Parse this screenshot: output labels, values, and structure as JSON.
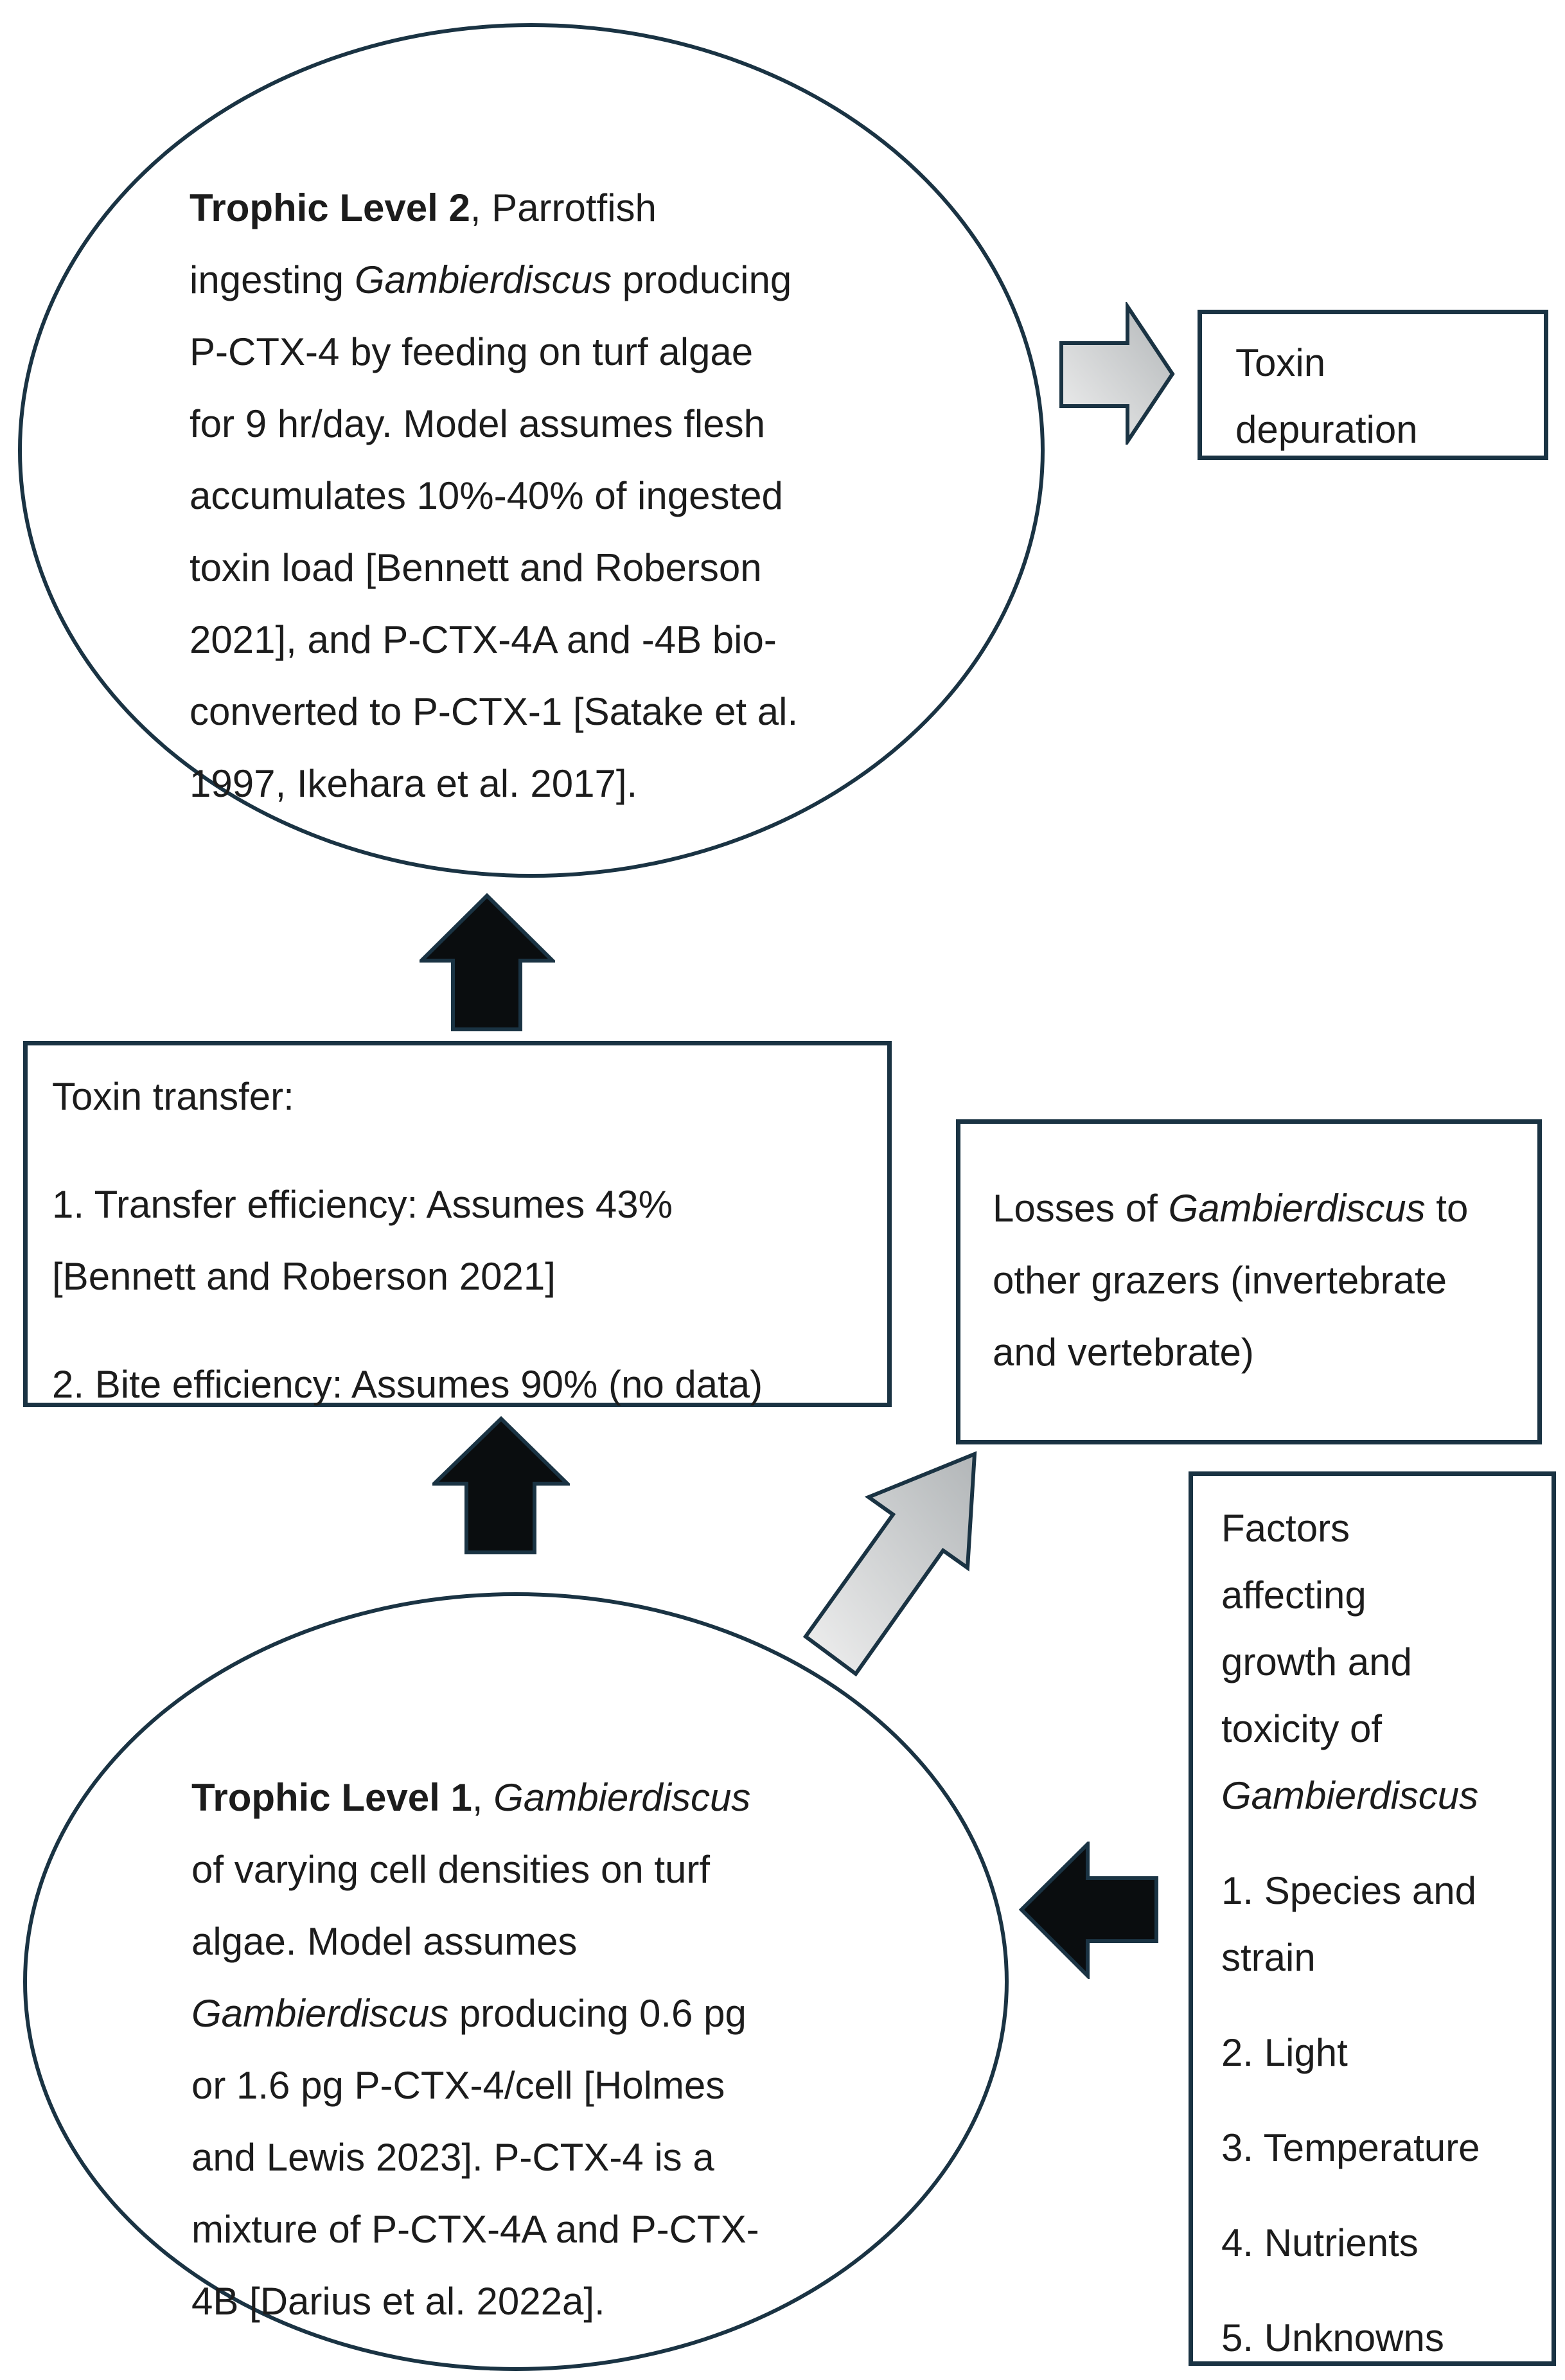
{
  "colors": {
    "outline_navy": "#1a3343",
    "black_arrow_fill": "#0a0d0f",
    "gray_arrow_light": "#f0f0f0",
    "gray_arrow_dark": "#b2b6b8",
    "background": "#ffffff",
    "text": "#1c1c1c"
  },
  "trophic_level_2_ellipse": {
    "lines": [
      [
        {
          "s": "b",
          "t": "Trophic Level 2"
        },
        {
          "s": "n",
          "t": ", Parrotfish"
        }
      ],
      [
        {
          "s": "n",
          "t": "ingesting "
        },
        {
          "s": "i",
          "t": "Gambierdiscus"
        },
        {
          "s": "n",
          "t": " producing"
        }
      ],
      [
        {
          "s": "n",
          "t": "P-CTX-4 by feeding on turf algae"
        }
      ],
      [
        {
          "s": "n",
          "t": "for 9 hr/day. Model assumes flesh"
        }
      ],
      [
        {
          "s": "n",
          "t": "accumulates 10%-40% of ingested"
        }
      ],
      [
        {
          "s": "n",
          "t": "toxin load [Bennett and Roberson"
        }
      ],
      [
        {
          "s": "n",
          "t": "2021], and P-CTX-4A and -4B bio-"
        }
      ],
      [
        {
          "s": "n",
          "t": "converted to P-CTX-1 [Satake et al."
        }
      ],
      [
        {
          "s": "n",
          "t": "1997, Ikehara et al. 2017]."
        }
      ]
    ]
  },
  "toxin_depuration_box": {
    "lines": [
      "Toxin",
      "depuration"
    ]
  },
  "toxin_transfer_box": {
    "title": "Toxin transfer:",
    "item1_lines": [
      "1. Transfer efficiency: Assumes 43%",
      "[Bennett and Roberson 2021]"
    ],
    "item2_lines": [
      "2. Bite efficiency: Assumes 90% (no data)"
    ]
  },
  "losses_box": {
    "lines": [
      [
        {
          "s": "n",
          "t": "Losses of "
        },
        {
          "s": "i",
          "t": "Gambierdiscus"
        },
        {
          "s": "n",
          "t": " to"
        }
      ],
      [
        {
          "s": "n",
          "t": "other grazers (invertebrate"
        }
      ],
      [
        {
          "s": "n",
          "t": "and vertebrate)"
        }
      ]
    ]
  },
  "factors_box": {
    "header_lines": [
      [
        {
          "s": "n",
          "t": "Factors"
        }
      ],
      [
        {
          "s": "n",
          "t": "affecting"
        }
      ],
      [
        {
          "s": "n",
          "t": "growth and"
        }
      ],
      [
        {
          "s": "n",
          "t": "toxicity of"
        }
      ],
      [
        {
          "s": "i",
          "t": "Gambierdiscus"
        }
      ]
    ],
    "item1_lines": [
      "1. Species and",
      "strain"
    ],
    "item2_lines": [
      "2. Light"
    ],
    "item3_lines": [
      "3. Temperature"
    ],
    "item4_lines": [
      "4. Nutrients"
    ],
    "item5_lines": [
      "5. Unknowns"
    ]
  },
  "trophic_level_1_ellipse": {
    "lines": [
      [
        {
          "s": "b",
          "t": "Trophic Level 1"
        },
        {
          "s": "n",
          "t": ", "
        },
        {
          "s": "i",
          "t": "Gambierdiscus"
        }
      ],
      [
        {
          "s": "n",
          "t": "of varying cell densities on turf"
        }
      ],
      [
        {
          "s": "n",
          "t": "algae. Model assumes"
        }
      ],
      [
        {
          "s": "i",
          "t": "Gambierdiscus"
        },
        {
          "s": "n",
          "t": " producing 0.6 pg"
        }
      ],
      [
        {
          "s": "n",
          "t": "or 1.6 pg P-CTX-4/cell [Holmes"
        }
      ],
      [
        {
          "s": "n",
          "t": "and Lewis 2023]. P-CTX-4 is a"
        }
      ],
      [
        {
          "s": "n",
          "t": "mixture of P-CTX-4A and P-CTX-"
        }
      ],
      [
        {
          "s": "n",
          "t": "4B [Darius et al. 2022a]."
        }
      ]
    ]
  },
  "arrows": {
    "depuration_arrow": "gray gradient block arrow pointing right, from Trophic Level 2 ellipse to Toxin depuration box",
    "transfer_up_arrow": "black block arrow pointing up, from Toxin transfer box to Trophic Level 2 ellipse",
    "tl1_up_arrow": "black block arrow pointing up, from Trophic Level 1 ellipse to Toxin transfer box",
    "losses_diagonal_arrow": "gray gradient block arrow pointing up-right, from Trophic Level 1 ellipse to Losses box",
    "factors_left_arrow": "black block arrow pointing left, from Factors box to Trophic Level 1 ellipse"
  }
}
